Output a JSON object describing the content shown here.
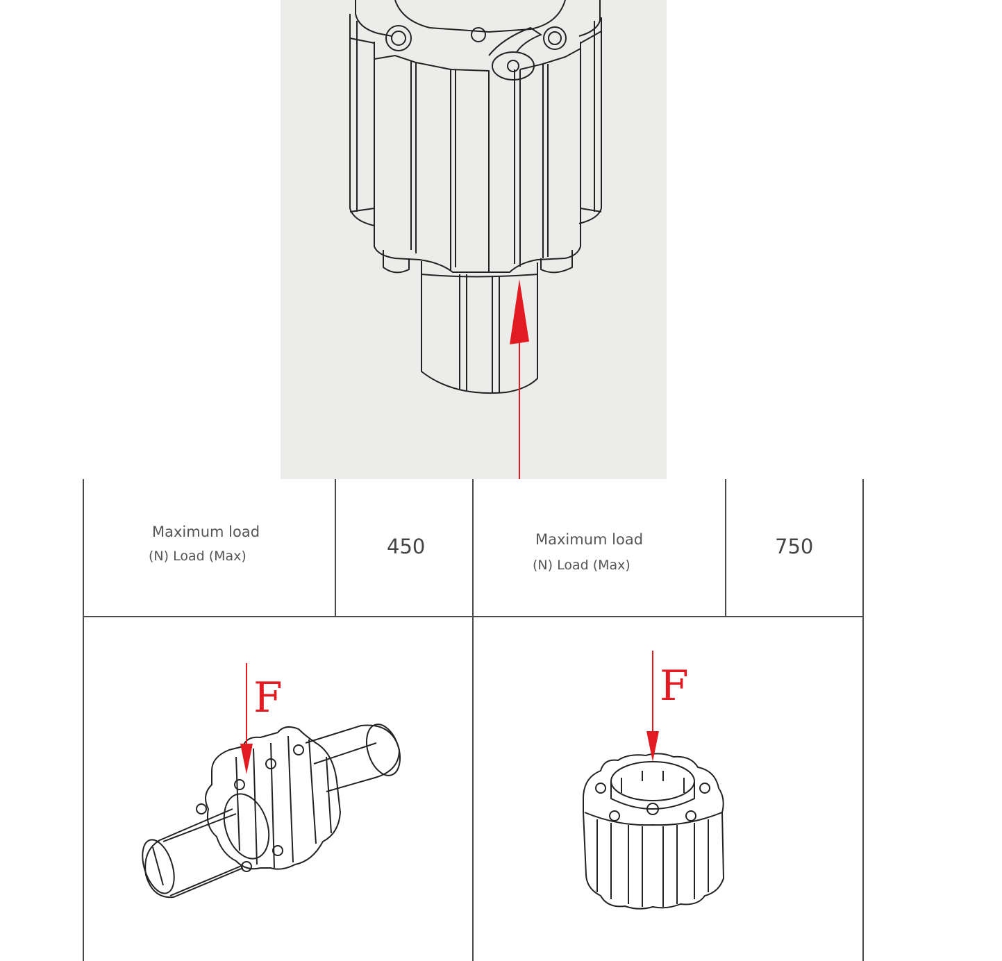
{
  "colors": {
    "force_arrow": "#e21b22",
    "panel_background": "#ececea",
    "table_lines": "#4a4a4a",
    "line_art": "#222222"
  },
  "top_figure": {
    "icon": "roller-end-cap-isometric-drawing",
    "arrow": "upward-force-arrow"
  },
  "table": {
    "left_cell": {
      "label_line1": "Maximum load",
      "label_line2": "(N) Load (Max)",
      "value": "450"
    },
    "right_cell": {
      "label_line1": "Maximum load",
      "label_line2": "(N) Load (Max)",
      "value": "750"
    }
  },
  "bottom_left_figure": {
    "icon": "shaft-through-gear-coupling-drawing",
    "force_label": "F"
  },
  "bottom_right_figure": {
    "icon": "gear-end-cap-drawing",
    "force_label": "F"
  }
}
